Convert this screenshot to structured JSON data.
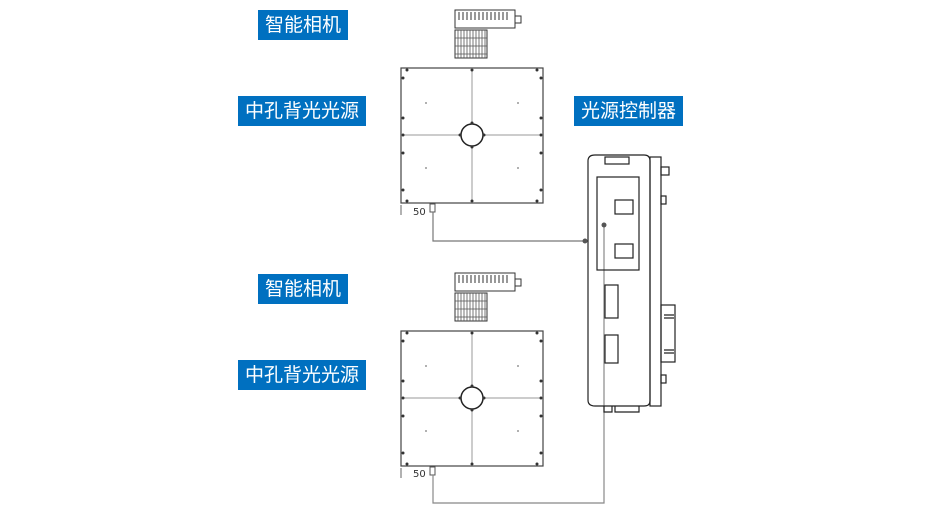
{
  "labels": {
    "camera_1": "智能相机",
    "backlight_1": "中孔背光光源",
    "controller": "光源控制器",
    "camera_2": "智能相机",
    "backlight_2": "中孔背光光源"
  },
  "dimension_1": "50",
  "dimension_2": "50",
  "colors": {
    "label_bg": "#0070C0",
    "line": "#333333",
    "cable": "#777777"
  }
}
